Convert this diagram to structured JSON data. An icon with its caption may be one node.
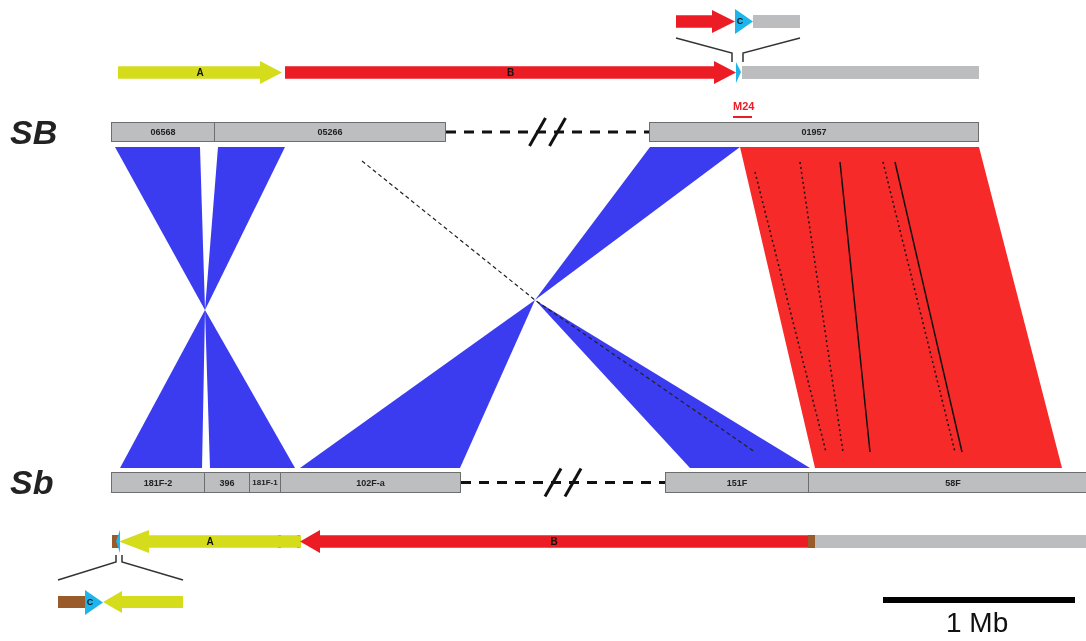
{
  "diagram": {
    "nodes": [
      {
        "text": [
          "A"
        ]
      },
      {
        "text": [
          "B"
        ]
      },
      {
        "text": [
          "C"
        ]
      },
      {
        "text": [
          "06568"
        ]
      },
      {
        "text": [
          "05266"
        ]
      },
      {
        "text": [
          "01957"
        ]
      },
      {
        "text": [
          "181F-2"
        ]
      },
      {
        "text": [
          "396"
        ]
      },
      {
        "text": [
          "181F-1"
        ]
      },
      {
        "text": [
          "102F-a"
        ]
      },
      {
        "text": [
          "151F"
        ]
      },
      {
        "text": [
          "58F"
        ]
      },
      {
        "text": [
          "A"
        ]
      },
      {
        "text": [
          "B"
        ]
      },
      {
        "text": [
          "C"
        ]
      },
      {
        "text": [],
        "shape": "arrow"
      },
      {
        "text": [],
        "shape": "arrow"
      }
    ],
    "edges": [
      {
        "from": 4,
        "to": 5,
        "arrow": "none",
        "style": "dashed"
      },
      {
        "from": 9,
        "to": 10,
        "arrow": "none",
        "style": "dashed"
      }
    ],
    "labels": [
      "M24",
      "SB",
      "Sb",
      "1 Mb"
    ]
  }
}
